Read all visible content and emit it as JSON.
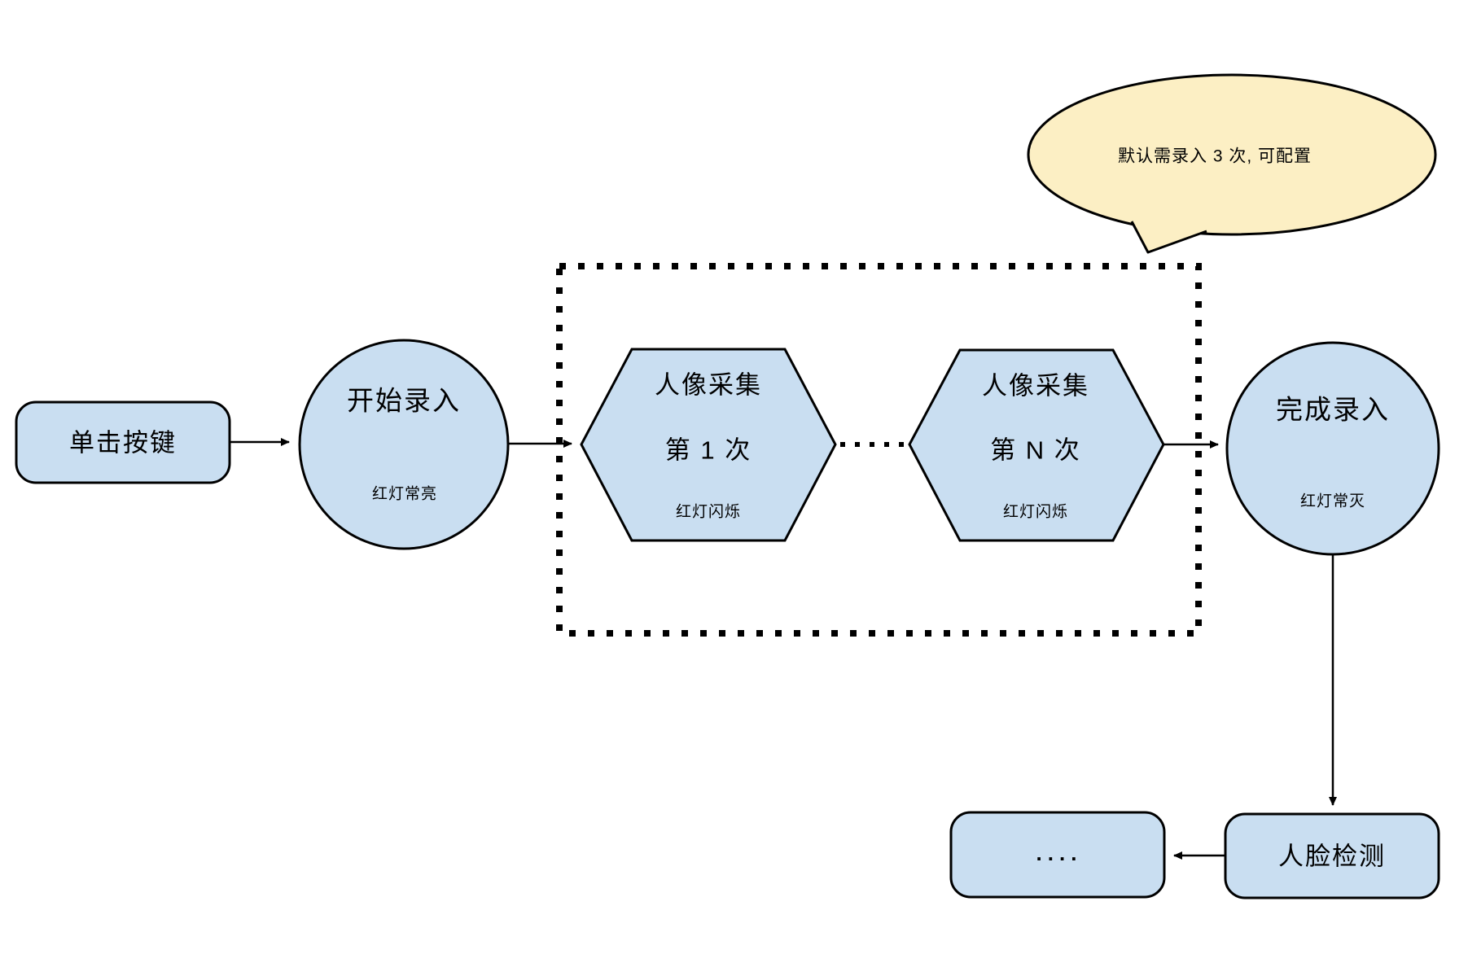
{
  "diagram": {
    "colors": {
      "node_fill": "#c9def1",
      "callout_fill": "#fcefc4",
      "stroke": "#000000",
      "background": "#ffffff"
    },
    "nodes": {
      "click_button": {
        "label": "单击按键"
      },
      "start_enroll": {
        "title": "开始录入",
        "subtitle": "红灯常亮"
      },
      "capture_first": {
        "title": "人像采集",
        "line2": "第 1 次",
        "subtitle": "红灯闪烁"
      },
      "capture_nth": {
        "title": "人像采集",
        "line2": "第 N 次",
        "subtitle": "红灯闪烁"
      },
      "finish_enroll": {
        "title": "完成录入",
        "subtitle": "红灯常灭"
      },
      "face_detect": {
        "label": "人脸检测"
      },
      "ellipsis_box": {
        "label": "...."
      }
    },
    "callout": {
      "text": "默认需录入 3 次, 可配置"
    }
  }
}
